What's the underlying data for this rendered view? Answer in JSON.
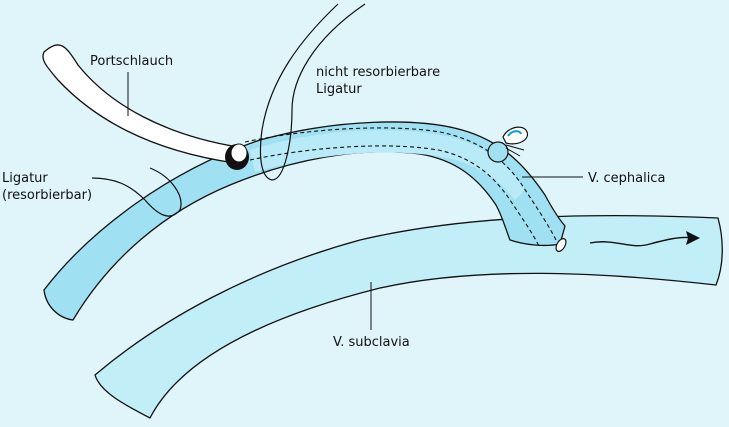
{
  "labels": {
    "portschlauch": "Portschlauch",
    "nicht_resorbierbare_line1": "nicht resorbierbare",
    "nicht_resorbierbare_line2": "Ligatur",
    "ligatur_line1": "Ligatur",
    "ligatur_line2": "(resorbierbar)",
    "v_cephalica": "V. cephalica",
    "v_subclavia": "V. subclavia"
  },
  "colors": {
    "background": "#e0f5fa",
    "vein_fill": "#9fe0f2",
    "vein_light": "#c2eef8",
    "outline": "#111111",
    "catheter": "#ffffff"
  }
}
